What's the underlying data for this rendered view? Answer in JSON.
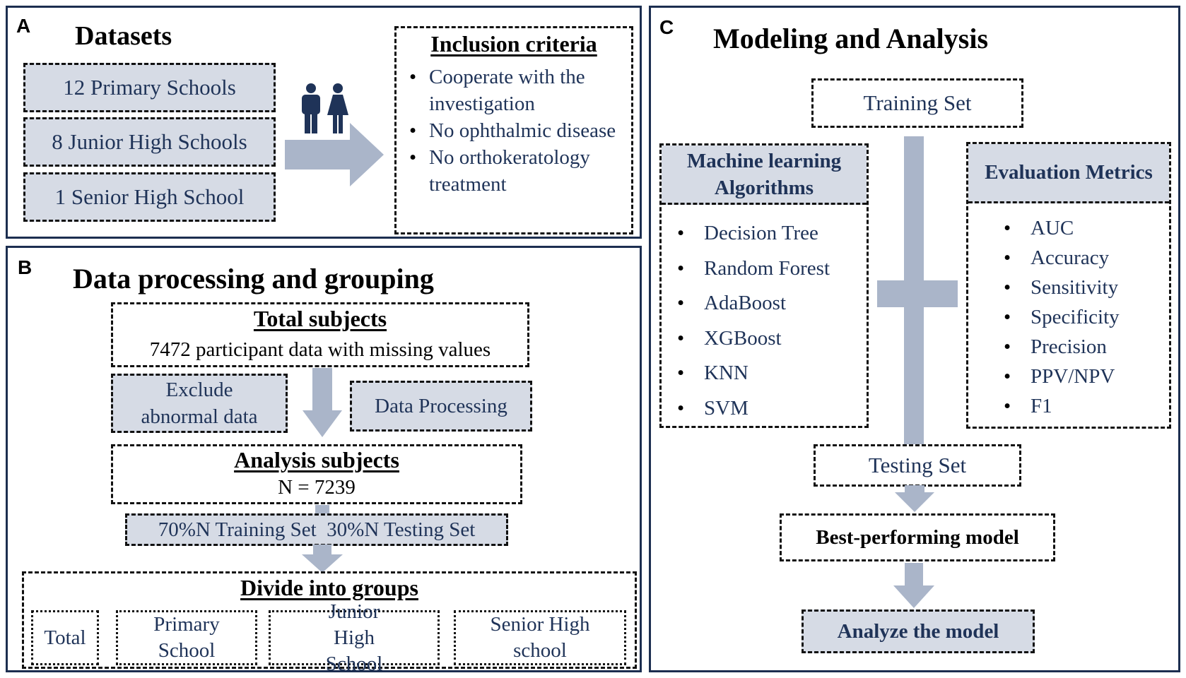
{
  "panel_a": {
    "label": "A",
    "title": "Datasets",
    "schools": [
      "12 Primary Schools",
      "8 Junior High Schools",
      "1 Senior High School"
    ],
    "inclusion": {
      "title": "Inclusion criteria",
      "items": [
        "Cooperate with the investigation",
        "No ophthalmic disease",
        "No orthokeratology treatment"
      ]
    }
  },
  "panel_b": {
    "label": "B",
    "title": "Data processing and grouping",
    "total": {
      "title": "Total subjects",
      "text": "7472 participant data with missing values"
    },
    "exclude": "Exclude abnormal data",
    "processing": "Data Processing",
    "analysis": {
      "title": "Analysis subjects",
      "text": "N = 7239"
    },
    "split": "70%N Training Set  30%N Testing Set",
    "groups": {
      "title": "Divide into groups",
      "items": [
        "Total",
        "Primary School",
        "Junior High School",
        "Senior High school"
      ]
    }
  },
  "panel_c": {
    "label": "C",
    "title": "Modeling and Analysis",
    "training": "Training Set",
    "algorithms": {
      "title": "Machine learning Algorithms",
      "items": [
        "Decision Tree",
        "Random Forest",
        "AdaBoost",
        "XGBoost",
        "KNN",
        "SVM"
      ]
    },
    "metrics": {
      "title": "Evaluation Metrics",
      "items": [
        "AUC",
        "Accuracy",
        "Sensitivity",
        "Specificity",
        "Precision",
        "PPV/NPV",
        "F1"
      ]
    },
    "testing": "Testing Set",
    "best": "Best-performing model",
    "analyze": "Analyze the model"
  },
  "colors": {
    "box_fill": "#d6dbe5",
    "arrow": "#aab5c9",
    "text": "#1f3358",
    "border": "#1c2e50"
  },
  "icons": [
    "male-person-icon",
    "female-person-icon"
  ]
}
